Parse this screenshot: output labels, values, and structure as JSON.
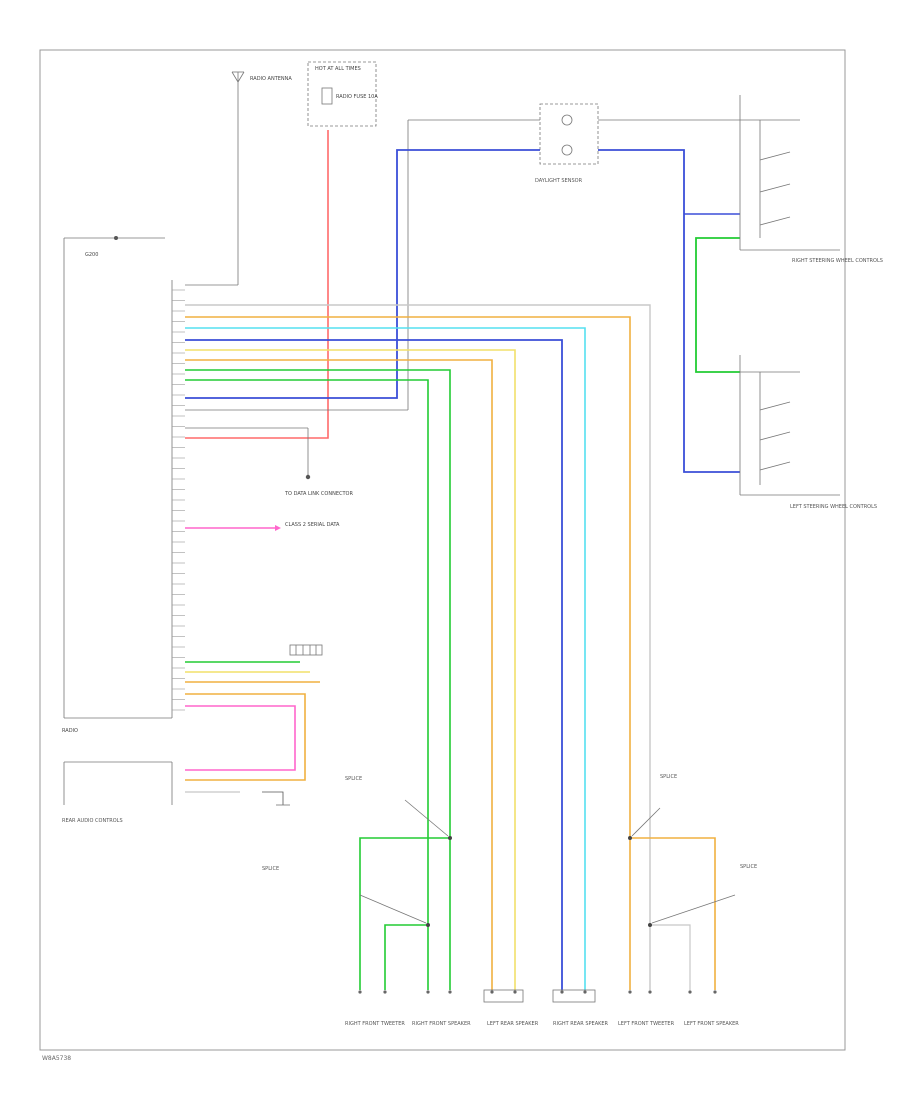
{
  "footer": {
    "code": "W8A5738"
  },
  "labels": {
    "antenna": "RADIO ANTENNA",
    "fuse_block": "HOT AT ALL TIMES",
    "fuse": "RADIO FUSE 10A",
    "ground": "G200",
    "radio": "RADIO",
    "daylight_sensor": "DAYLIGHT SENSOR",
    "right_steering": "RIGHT STEERING WHEEL CONTROLS",
    "left_steering": "LEFT STEERING WHEEL CONTROLS",
    "data_link": "TO DATA LINK CONNECTOR",
    "class2": "CLASS 2 SERIAL DATA",
    "splice_left_1": "SPLICE",
    "splice_left_2": "SPLICE",
    "splice_right_1": "SPLICE",
    "splice_right_2": "SPLICE",
    "rear_audio": "REAR AUDIO CONTROLS",
    "speaker_1": "RIGHT FRONT TWEETER",
    "speaker_2": "RIGHT FRONT SPEAKER",
    "speaker_3": "LEFT REAR SPEAKER",
    "speaker_4": "RIGHT REAR SPEAKER",
    "speaker_5": "LEFT FRONT TWEETER",
    "speaker_6": "LEFT FRONT SPEAKER"
  },
  "colors": {
    "red": "#ff6a6a",
    "blue": "#3b4fd8",
    "green": "#22cc33",
    "cyan": "#55e0f0",
    "yellow": "#f2e06a",
    "orange": "#f0b040",
    "pink": "#ff66cc",
    "gray": "#c8c8c8",
    "dark": "#555555"
  },
  "wires": [
    {
      "color": "orange"
    },
    {
      "color": "gray"
    },
    {
      "color": "cyan"
    },
    {
      "color": "blue"
    },
    {
      "color": "yellow"
    },
    {
      "color": "orange"
    },
    {
      "color": "green"
    },
    {
      "color": "green"
    },
    {
      "color": "blue"
    }
  ]
}
